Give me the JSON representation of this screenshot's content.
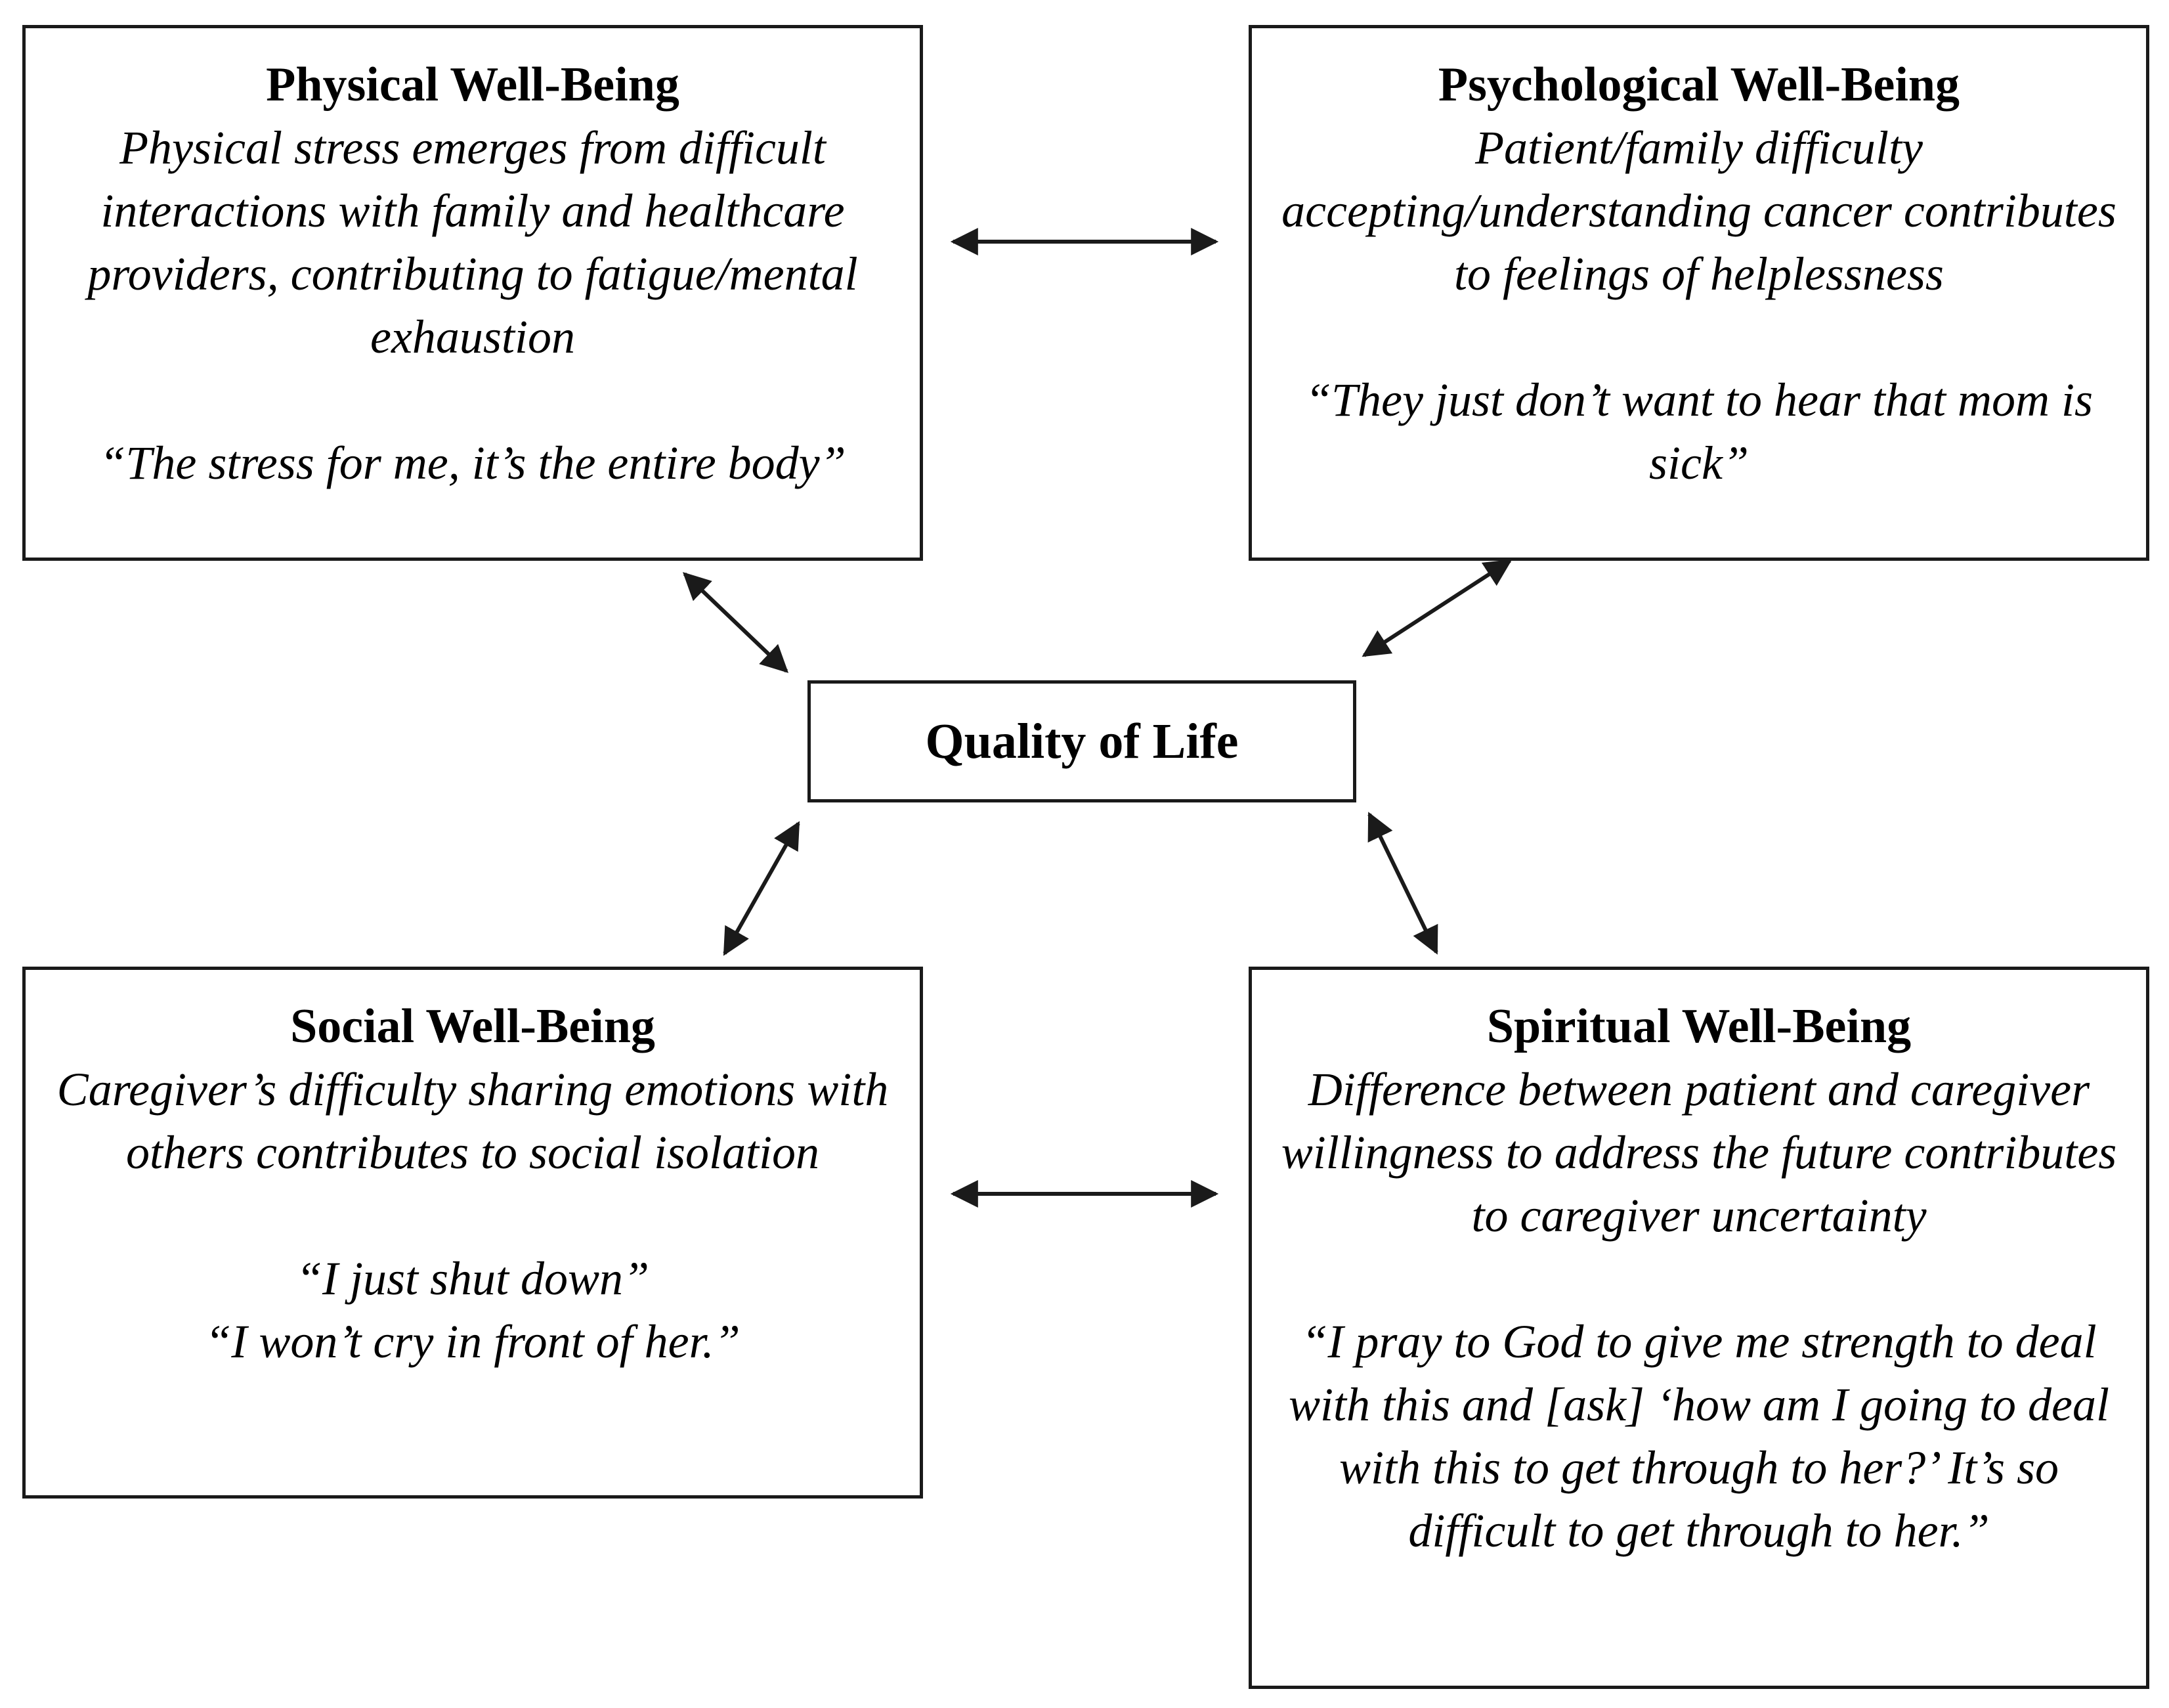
{
  "center": {
    "title": "Quality of Life"
  },
  "boxes": {
    "physical": {
      "title": "Physical Well-Being",
      "description": "Physical stress emerges from difficult interactions with family and healthcare providers, contributing to fatigue/mental exhaustion",
      "quotes": [
        "“The stress for me, it’s the entire body”"
      ]
    },
    "psychological": {
      "title": "Psychological Well-Being",
      "description": "Patient/family difficulty accepting/understanding cancer contributes to feelings of helplessness",
      "quotes": [
        "“They just don’t want to hear that mom is sick”"
      ]
    },
    "social": {
      "title": "Social Well-Being",
      "description": "Caregiver’s difficulty sharing emotions with others contributes to social isolation",
      "quotes": [
        "“I just shut down”",
        "“I won’t cry in front of her.”"
      ]
    },
    "spiritual": {
      "title": "Spiritual Well-Being",
      "description": "Difference between patient and caregiver willingness to address the future contributes to caregiver uncertainty",
      "quotes": [
        "“I pray to God to give me strength to deal with this and [ask] ‘how am I going to deal with this to get through to her?’ It’s so difficult to get through to her.”"
      ]
    }
  },
  "arrows": [
    {
      "from": "physical",
      "to": "psychological",
      "type": "bidirectional"
    },
    {
      "from": "social",
      "to": "spiritual",
      "type": "bidirectional"
    },
    {
      "from": "physical",
      "to": "quality-of-life",
      "type": "bidirectional"
    },
    {
      "from": "psychological",
      "to": "quality-of-life",
      "type": "bidirectional"
    },
    {
      "from": "social",
      "to": "quality-of-life",
      "type": "bidirectional"
    },
    {
      "from": "spiritual",
      "to": "quality-of-life",
      "type": "bidirectional"
    }
  ],
  "colors": {
    "line": "#1a1a1a",
    "background": "#ffffff"
  }
}
